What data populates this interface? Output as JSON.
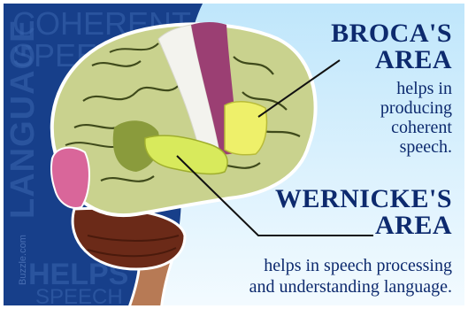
{
  "watermark": {
    "coherent": "COHERENT",
    "speech_top": "SPEECH",
    "language": "LANGUAGE",
    "helps": "HELPS",
    "speech_bottom": "SPEECH",
    "brand": "Buzzle.com"
  },
  "broca": {
    "title_line1": "BROCA'S",
    "title_line2": "AREA",
    "desc_line1": "helps in",
    "desc_line2": "producing",
    "desc_line3": "coherent",
    "desc_line4": "speech."
  },
  "wernicke": {
    "title_line1": "WERNICKE'S",
    "title_line2": "AREA",
    "desc_line1": "helps in speech processing",
    "desc_line2": "and understanding language."
  },
  "colors": {
    "left_panel": "#173f8a",
    "right_gradient_top": "#bfe6fb",
    "right_gradient_bottom": "#f4fbff",
    "title_text": "#0d2a6e",
    "brain_base": "#c9d28e",
    "broca_area": "#eef06a",
    "wernicke_area": "#d8ea5c",
    "frontal_dark": "#8a9b3c",
    "motor_strip": "#9b3f73",
    "sensory_strip": "#f3f3ee",
    "occipital": "#d9669a",
    "cerebellum": "#6b2a18",
    "brainstem": "#b77a55"
  },
  "icons": [
    "broca-pointer-line",
    "wernicke-pointer-line"
  ]
}
